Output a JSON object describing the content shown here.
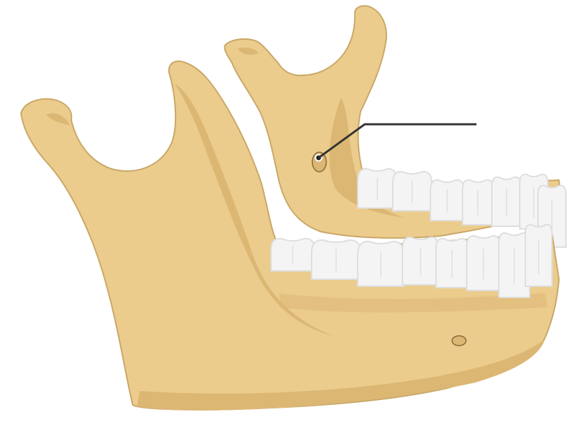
{
  "title": "",
  "label": "",
  "colors": {
    "bone": "#ebcc8c",
    "bone_shadow": "#dcb774",
    "bone_highlight": "#f1d8a3",
    "outline": "#c9a768",
    "teeth": "#f4f4f4",
    "teeth_shadow": "#dedede",
    "leader_line": "#333333",
    "foramen": "#8a6a36"
  },
  "structures": [
    "mandible-lower",
    "mandible-upper",
    "lower-teeth",
    "upper-teeth",
    "mandibular-foramen",
    "mental-foramen"
  ]
}
